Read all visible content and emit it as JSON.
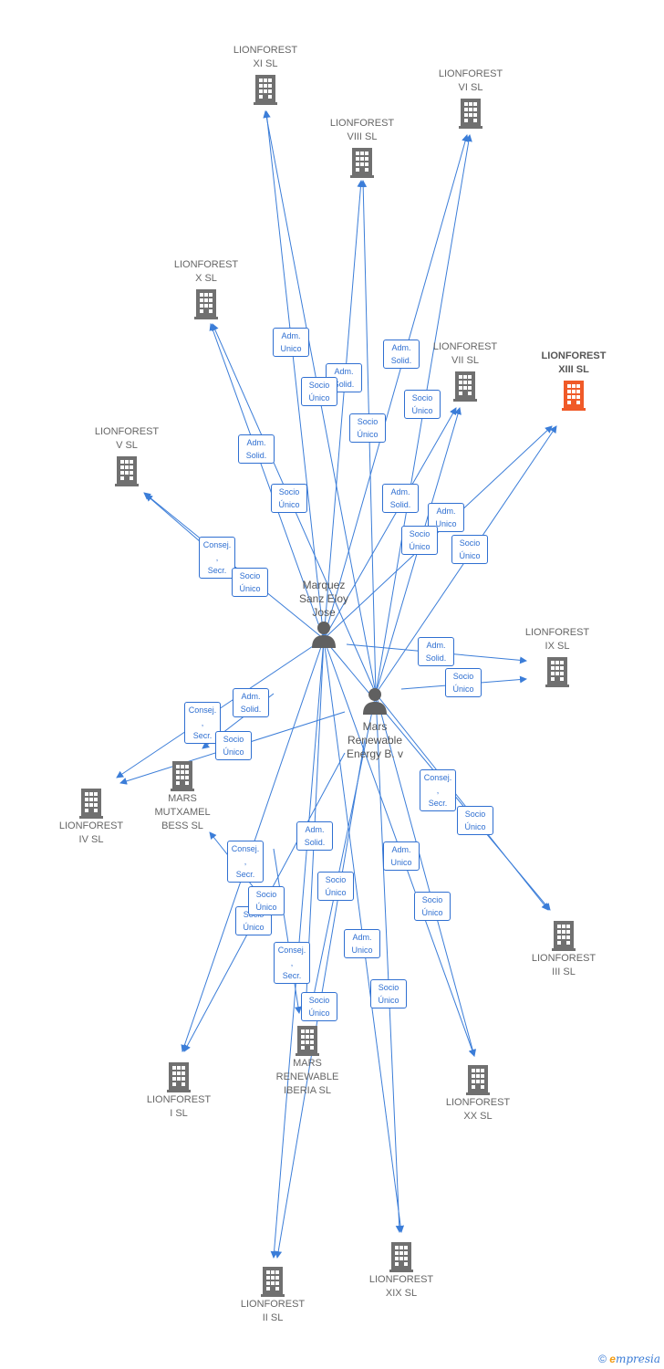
{
  "colors": {
    "edge": "#3b7dd8",
    "building": "#707070",
    "highlight": "#f05a28"
  },
  "companies": {
    "xi": "LIONFOREST\nXI  SL",
    "vi": "LIONFOREST\nVI  SL",
    "viii": "LIONFOREST\nVIII  SL",
    "x": "LIONFOREST\nX  SL",
    "vii": "LIONFOREST\nVII  SL",
    "xiii": "LIONFOREST\nXIII  SL",
    "v": "LIONFOREST\nV  SL",
    "ix": "LIONFOREST\nIX  SL",
    "mutxamel": "MARS\nMUTXAMEL\nBESS  SL",
    "iv": "LIONFOREST\nIV  SL",
    "iii": "LIONFOREST\nIII  SL",
    "i": "LIONFOREST\nI  SL",
    "iberia": "MARS\nRENEWABLE\nIBERIA  SL",
    "xx": "LIONFOREST\nXX  SL",
    "ii": "LIONFOREST\nII  SL",
    "xix": "LIONFOREST\nXIX  SL"
  },
  "persons": {
    "marquez": "Marquez\nSanz Eloy\nJose",
    "mars": "Mars\nRenewable\nEnergy B. v"
  },
  "edge_labels": {
    "l1": "Adm.\nUnico",
    "l2": "Adm.\nSolid.",
    "l3": "Socio\nÚnico",
    "l4": "Adm.\nSolid.",
    "l5": "Socio\nÚnico",
    "l6": "Socio\nÚnico",
    "l7": "Adm.\nSolid.",
    "l8": "Socio\nÚnico",
    "l9": "Consej. ,\nSecr.",
    "l10": "Socio\nÚnico",
    "l11": "Adm.\nSolid.",
    "l12": "Adm.\nUnico",
    "l13": "Socio\nÚnico",
    "l14": "Socio\nÚnico",
    "l15": "Adm.\nSolid.",
    "l16": "Socio\nÚnico",
    "l17": "Adm.\nSolid.",
    "l18": "Consej. ,\nSecr.",
    "l19": "Socio\nÚnico",
    "l20": "Consej. ,\nSecr.",
    "l21": "Socio\nÚnico",
    "l22": "Adm.\nSolid.",
    "l23": "Consej. ,\nSecr.",
    "l24": "Socio\nÚnico",
    "l25": "Socio\nÚnico",
    "l26": "Socio\nÚnico",
    "l27": "Adm.\nUnico",
    "l28": "Socio\nÚnico",
    "l29": "Consej. ,\nSecr.",
    "l30": "Adm.\nUnico",
    "l31": "Socio\nÚnico",
    "l32": "Socio\nÚnico"
  },
  "footer": {
    "copyright": "©",
    "brand_e": "e",
    "brand_rest": "mpresia"
  }
}
